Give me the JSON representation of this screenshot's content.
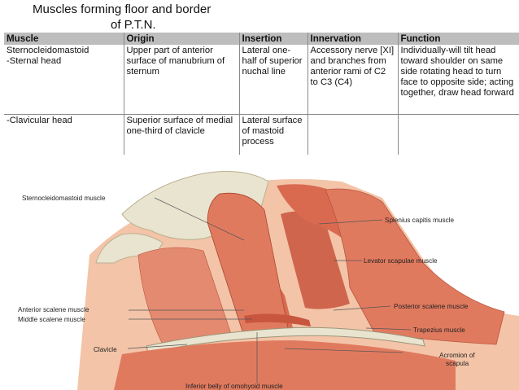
{
  "slide": {
    "title_line1": "Muscles forming floor and border",
    "title_line2": "of P.T.N."
  },
  "table": {
    "headers": [
      "Muscle",
      "Origin",
      "Insertion",
      "Innervation",
      "Function"
    ],
    "rows": [
      {
        "muscle": "Sternocleidomastoid\n-Sternal head",
        "origin": "Upper part of anterior surface of manubrium of sternum",
        "insertion": "Lateral one-half of superior nuchal line",
        "innervation": "Accessory nerve [XI] and branches from anterior rami of C2 to C3 (C4)",
        "function": "Individually-will tilt head toward shoulder on same side rotating head to turn face to opposite side; acting together, draw head forward"
      },
      {
        "muscle": "-Clavicular head",
        "origin": "Superior surface of medial one-third of clavicle",
        "insertion": "Lateral surface of mastoid process",
        "innervation": "",
        "function": ""
      }
    ]
  },
  "figure": {
    "labels": {
      "sternocleidomastoid": "Sternocleidomastoid muscle",
      "splenius": "Splenius capitis muscle",
      "levator": "Levator scapulae muscle",
      "anterior_scalene": "Anterior scalene muscle",
      "middle_scalene": "Middle scalene muscle",
      "posterior_scalene": "Posterior scalene muscle",
      "trapezius": "Trapezius muscle",
      "clavicle": "Clavicle",
      "acromion_line1": "Acromion of",
      "acromion_line2": "scapula",
      "omohyoid": "Inferior belly of omohyoid muscle"
    },
    "colors": {
      "muscle": "#e07a5f",
      "muscle_dark": "#c8553d",
      "bone": "#e9e4cf",
      "skin": "#f3c4a8"
    }
  }
}
